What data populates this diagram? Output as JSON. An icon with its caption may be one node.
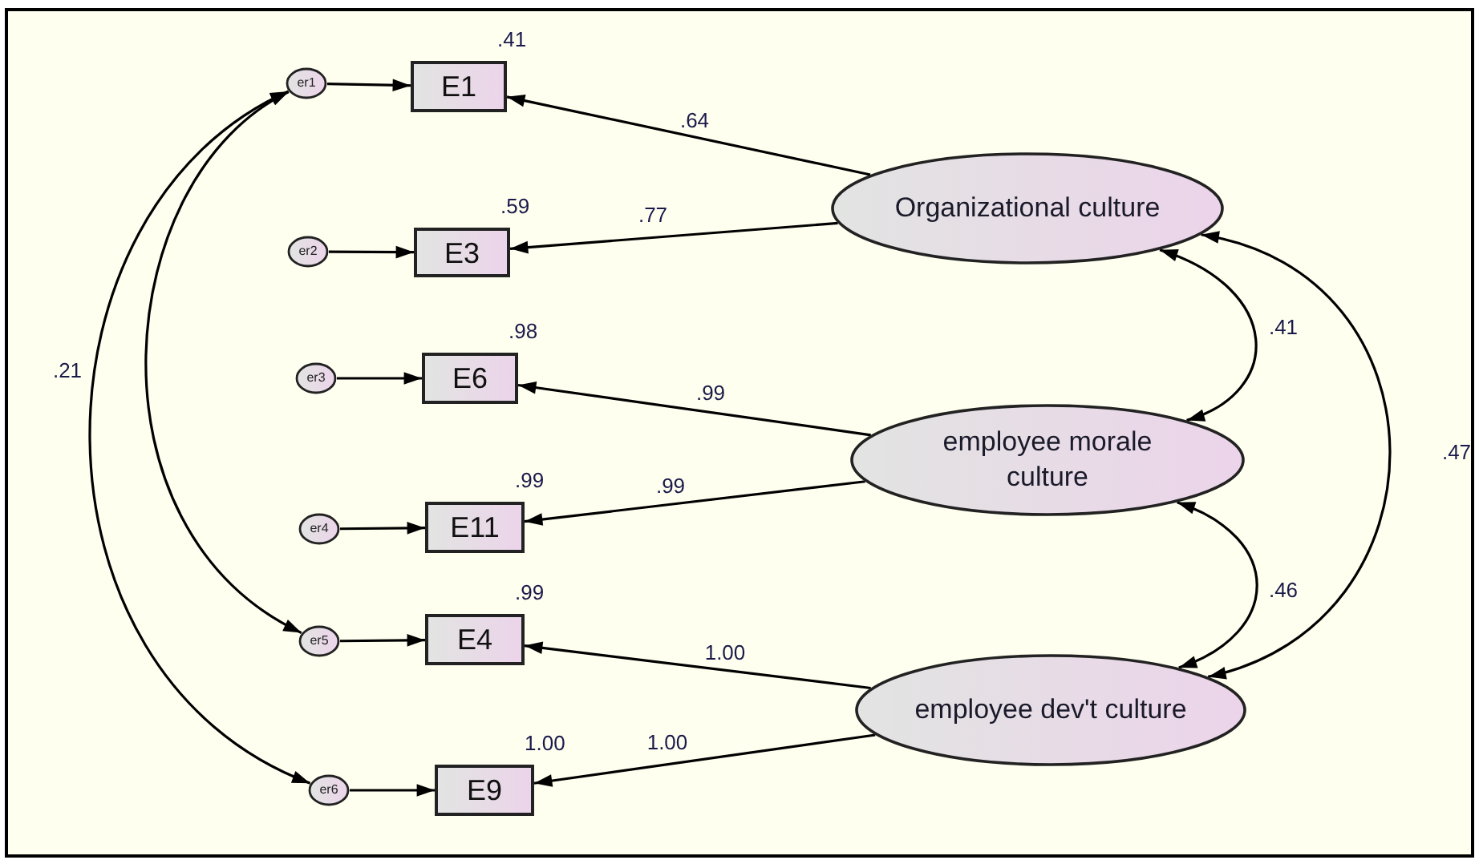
{
  "diagram": {
    "nodes": [
      {
        "text": [
          "er1"
        ]
      },
      {
        "text": [
          "E1"
        ],
        "beside": [
          ".41"
        ]
      },
      {
        "text": [
          "er2"
        ]
      },
      {
        "text": [
          "E3"
        ],
        "beside": [
          ".59"
        ]
      },
      {
        "text": [
          "er3"
        ]
      },
      {
        "text": [
          "E6"
        ],
        "beside": [
          ".98"
        ]
      },
      {
        "text": [
          "er4"
        ]
      },
      {
        "text": [
          "E11"
        ],
        "beside": [
          ".99"
        ]
      },
      {
        "text": [
          "er5"
        ]
      },
      {
        "text": [
          "E4"
        ],
        "beside": [
          ".99"
        ]
      },
      {
        "text": [
          "er6"
        ]
      },
      {
        "text": [
          "E9"
        ],
        "beside": [
          "1.00"
        ]
      },
      {
        "text": [
          "Organizational culture"
        ]
      },
      {
        "text": [
          "employee morale culture"
        ]
      },
      {
        "text": [
          "employee dev't culture"
        ]
      }
    ],
    "edges": [
      {
        "from": 0,
        "to": 1,
        "arrow": "to"
      },
      {
        "from": 2,
        "to": 3,
        "arrow": "to"
      },
      {
        "from": 4,
        "to": 5,
        "arrow": "to"
      },
      {
        "from": 6,
        "to": 7,
        "arrow": "to"
      },
      {
        "from": 8,
        "to": 9,
        "arrow": "to"
      },
      {
        "from": 10,
        "to": 11,
        "arrow": "to"
      },
      {
        "from": 12,
        "to": 1,
        "arrow": "to",
        "label": ".64"
      },
      {
        "from": 12,
        "to": 3,
        "arrow": "to",
        "label": ".77"
      },
      {
        "from": 13,
        "to": 5,
        "arrow": "to",
        "label": ".99"
      },
      {
        "from": 13,
        "to": 7,
        "arrow": "to",
        "label": ".99"
      },
      {
        "from": 14,
        "to": 9,
        "arrow": "to",
        "label": "1.00"
      },
      {
        "from": 14,
        "to": 11,
        "arrow": "to",
        "label": "1.00"
      },
      {
        "from": 12,
        "to": 13,
        "arrow": "both",
        "label": ".41"
      },
      {
        "from": 13,
        "to": 14,
        "arrow": "both",
        "label": ".46"
      },
      {
        "from": 12,
        "to": 14,
        "arrow": "both",
        "label": ".47"
      },
      {
        "from": 0,
        "to": 8,
        "arrow": "both"
      },
      {
        "from": 0,
        "to": 10,
        "arrow": "both",
        "label": ".21"
      }
    ]
  }
}
